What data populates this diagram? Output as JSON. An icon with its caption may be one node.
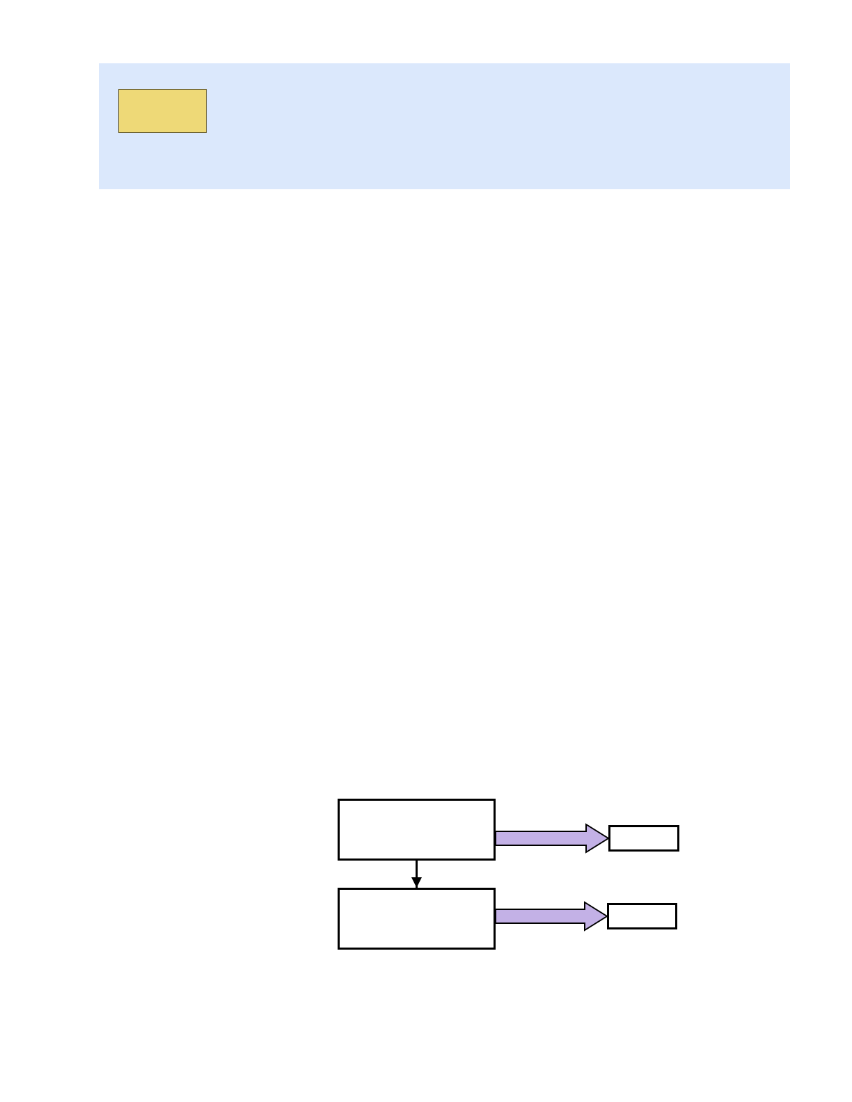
{
  "diagram": {
    "nodes": [
      {
        "text": [],
        "shape": "band"
      },
      {
        "text": [],
        "shape": "box",
        "in": 0
      },
      {
        "text": [],
        "shape": "box"
      },
      {
        "text": [],
        "shape": "box"
      },
      {
        "text": [],
        "shape": "box"
      },
      {
        "text": [],
        "shape": "box"
      }
    ],
    "edges": [
      {
        "from": 2,
        "to": 3,
        "arrow": "to"
      },
      {
        "from": 2,
        "to": 4,
        "arrow": "to",
        "style": "thick",
        "color": "#c3b1e6"
      },
      {
        "from": 3,
        "to": 5,
        "arrow": "to",
        "style": "thick",
        "color": "#c3b1e6"
      }
    ]
  }
}
